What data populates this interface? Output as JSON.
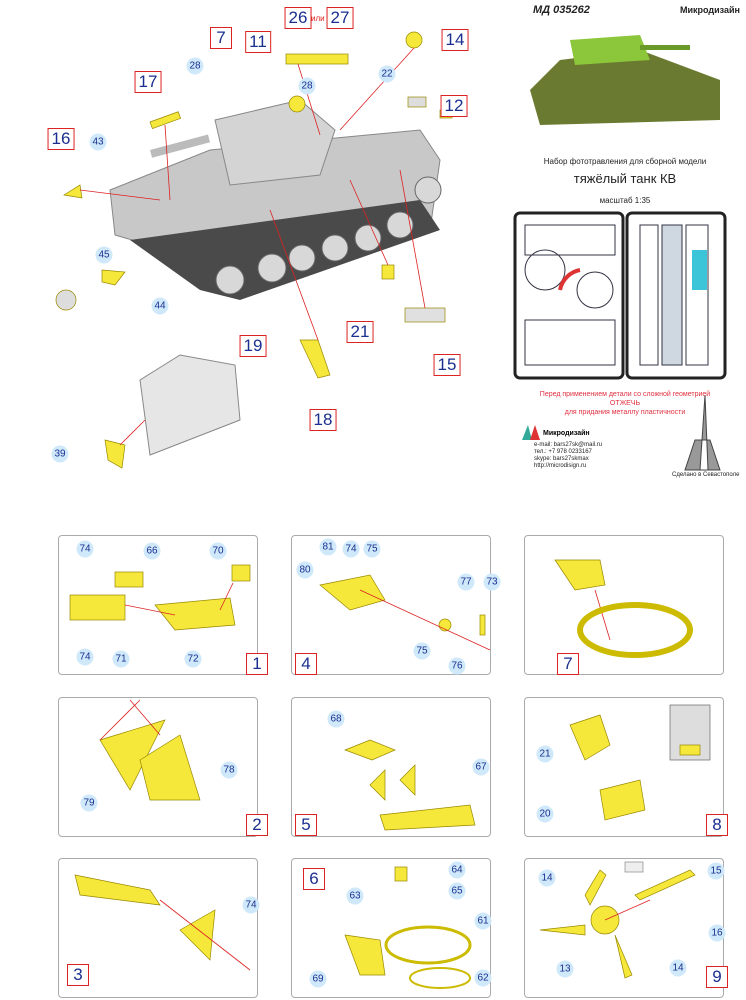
{
  "header": {
    "code": "МД 035262",
    "brand": "Микродизайн"
  },
  "product": {
    "subtitle": "Набор фототравления для сборной модели",
    "title": "тяжёлый танк КВ",
    "scale": "масштаб 1:35"
  },
  "warning": {
    "line1": "Перед применением детали со сложной геометрией",
    "line2": "ОТЖЕЧЬ",
    "line3": "для придания металлу пластичности"
  },
  "contacts": {
    "brand": "Микродизайн",
    "email": "e-mail: bars27sk@mail.ru",
    "phone": "тел.: +7 978 0233167",
    "skype": "skype: bars27skmax",
    "url": "http://microdisign.ru"
  },
  "made_in": "Сделано в Севастополе",
  "main_diagram": {
    "boxed": [
      "7",
      "11",
      "26",
      "или",
      "27",
      "14",
      "17",
      "12",
      "16",
      "21",
      "19",
      "15",
      "18"
    ],
    "circled": [
      "28",
      "28",
      "22",
      "43",
      "45",
      "44",
      "39"
    ]
  },
  "panels": [
    {
      "number": "1",
      "callouts": [
        "74",
        "66",
        "70",
        "74",
        "71",
        "72"
      ]
    },
    {
      "number": "4",
      "callouts": [
        "80",
        "81",
        "74",
        "75",
        "77",
        "73",
        "75",
        "76"
      ]
    },
    {
      "number": "7",
      "callouts": []
    },
    {
      "number": "2",
      "callouts": [
        "79",
        "78"
      ]
    },
    {
      "number": "5",
      "callouts": [
        "68",
        "67"
      ]
    },
    {
      "number": "8",
      "callouts": [
        "21",
        "20"
      ]
    },
    {
      "number": "3",
      "callouts": [
        "74"
      ]
    },
    {
      "number": "6",
      "callouts": [
        "64",
        "65",
        "63",
        "61",
        "69",
        "62"
      ]
    },
    {
      "number": "9",
      "callouts": [
        "14",
        "15",
        "16",
        "13",
        "14"
      ]
    }
  ],
  "colors": {
    "part": "#f5e83a",
    "callout_bg": "#cfe9fb",
    "box_border": "#dd2222",
    "tank_gray": "#bdbdbd",
    "warning": "#e03040"
  }
}
